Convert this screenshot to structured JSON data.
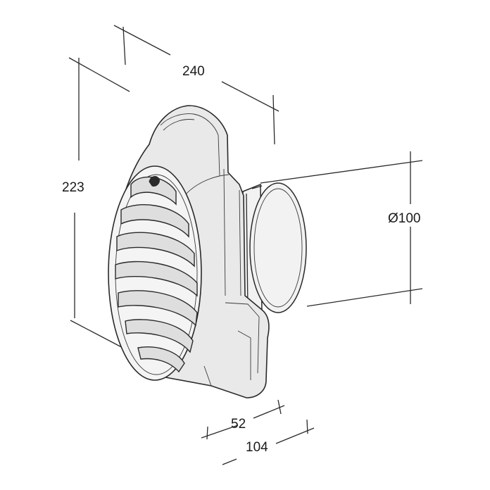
{
  "dimensions": {
    "width": "240",
    "height": "223",
    "diameter": "Ø100",
    "depth_inner": "52",
    "depth_total": "104"
  }
}
